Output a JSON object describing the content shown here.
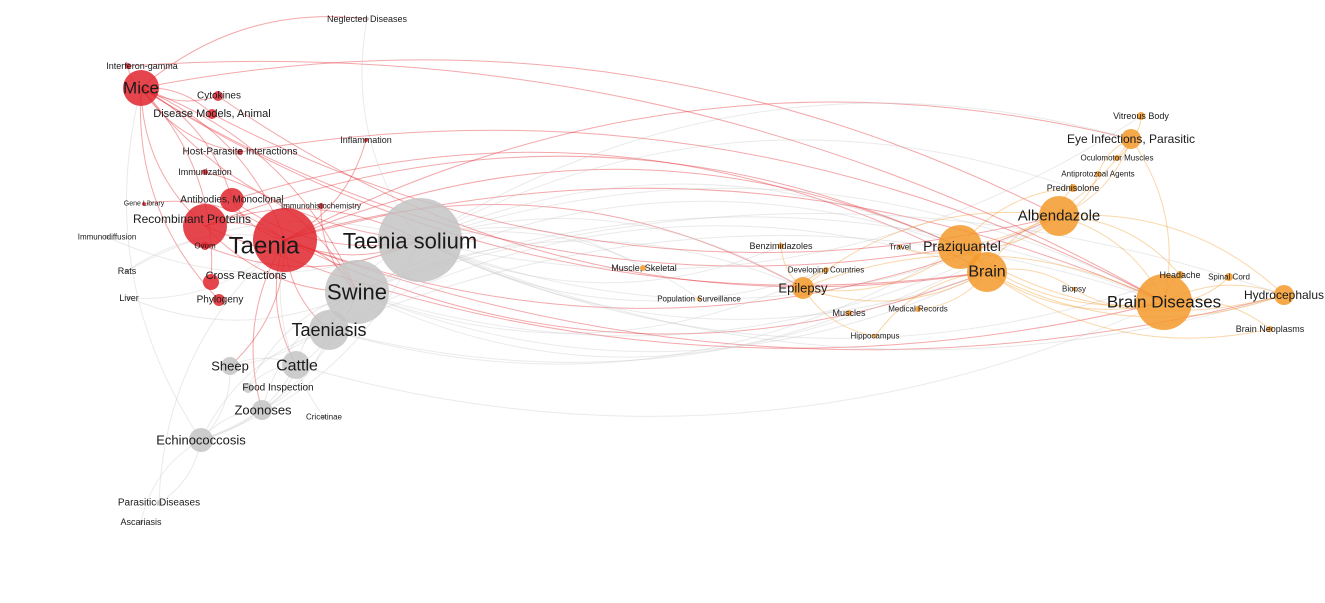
{
  "colors": {
    "red_cluster": "#e0262e",
    "grey_cluster": "#c4c4c4",
    "orange_cluster": "#f39a2b",
    "background": "#ffffff"
  },
  "nodes": [
    {
      "id": "mice",
      "label": "Mice",
      "cluster": "red_cluster",
      "weight": 5
    },
    {
      "id": "interferon",
      "label": "Interferon-gamma",
      "cluster": "red_cluster",
      "weight": 1
    },
    {
      "id": "cytokines",
      "label": "Cytokines",
      "cluster": "red_cluster",
      "weight": 2
    },
    {
      "id": "disease-models",
      "label": "Disease Models, Animal",
      "cluster": "red_cluster",
      "weight": 2
    },
    {
      "id": "host-parasite",
      "label": "Host-Parasite Interactions",
      "cluster": "red_cluster",
      "weight": 2
    },
    {
      "id": "immunization",
      "label": "Immunization",
      "cluster": "red_cluster",
      "weight": 1
    },
    {
      "id": "antibodies",
      "label": "Antibodies, Monoclonal",
      "cluster": "red_cluster",
      "weight": 2
    },
    {
      "id": "recombinant",
      "label": "Recombinant Proteins",
      "cluster": "red_cluster",
      "weight": 4
    },
    {
      "id": "gene-library",
      "label": "Gene Library",
      "cluster": "red_cluster",
      "weight": 1
    },
    {
      "id": "ovum",
      "label": "Ovum",
      "cluster": "red_cluster",
      "weight": 1
    },
    {
      "id": "cross-reactions",
      "label": "Cross Reactions",
      "cluster": "red_cluster",
      "weight": 2
    },
    {
      "id": "phylogeny",
      "label": "Phylogeny",
      "cluster": "red_cluster",
      "weight": 2
    },
    {
      "id": "taenia",
      "label": "Taenia",
      "cluster": "red_cluster",
      "weight": 9
    },
    {
      "id": "immunohisto",
      "label": "Immunohistochemistry",
      "cluster": "red_cluster",
      "weight": 1
    },
    {
      "id": "neglected",
      "label": "Neglected Diseases",
      "cluster": "grey_cluster",
      "weight": 1
    },
    {
      "id": "inflammation",
      "label": "Inflammation",
      "cluster": "red_cluster",
      "weight": 1
    },
    {
      "id": "immunodiffusion",
      "label": "Immunodiffusion",
      "cluster": "grey_cluster",
      "weight": 1
    },
    {
      "id": "rats",
      "label": "Rats",
      "cluster": "grey_cluster",
      "weight": 1
    },
    {
      "id": "liver",
      "label": "Liver",
      "cluster": "grey_cluster",
      "weight": 1
    },
    {
      "id": "taenia-solium",
      "label": "Taenia solium",
      "cluster": "grey_cluster",
      "weight": 10
    },
    {
      "id": "swine",
      "label": "Swine",
      "cluster": "grey_cluster",
      "weight": 8
    },
    {
      "id": "taeniasis",
      "label": "Taeniasis",
      "cluster": "grey_cluster",
      "weight": 5
    },
    {
      "id": "sheep",
      "label": "Sheep",
      "cluster": "grey_cluster",
      "weight": 3
    },
    {
      "id": "cattle",
      "label": "Cattle",
      "cluster": "grey_cluster",
      "weight": 4
    },
    {
      "id": "food-inspection",
      "label": "Food Inspection",
      "cluster": "grey_cluster",
      "weight": 2
    },
    {
      "id": "zoonoses",
      "label": "Zoonoses",
      "cluster": "grey_cluster",
      "weight": 3
    },
    {
      "id": "cricetinae",
      "label": "Cricetinae",
      "cluster": "grey_cluster",
      "weight": 1
    },
    {
      "id": "echinococcosis",
      "label": "Echinococcosis",
      "cluster": "grey_cluster",
      "weight": 3
    },
    {
      "id": "parasitic-diseases",
      "label": "Parasitic Diseases",
      "cluster": "grey_cluster",
      "weight": 1
    },
    {
      "id": "ascariasis",
      "label": "Ascariasis",
      "cluster": "grey_cluster",
      "weight": 1
    },
    {
      "id": "muscle-skeletal",
      "label": "Muscle, Skeletal",
      "cluster": "orange_cluster",
      "weight": 1
    },
    {
      "id": "population-surv",
      "label": "Population Surveillance",
      "cluster": "orange_cluster",
      "weight": 1
    },
    {
      "id": "benzimidazoles",
      "label": "Benzimidazoles",
      "cluster": "orange_cluster",
      "weight": 1
    },
    {
      "id": "developing",
      "label": "Developing Countries",
      "cluster": "orange_cluster",
      "weight": 1
    },
    {
      "id": "epilepsy",
      "label": "Epilepsy",
      "cluster": "orange_cluster",
      "weight": 3
    },
    {
      "id": "travel",
      "label": "Travel",
      "cluster": "orange_cluster",
      "weight": 1
    },
    {
      "id": "muscles",
      "label": "Muscles",
      "cluster": "orange_cluster",
      "weight": 1
    },
    {
      "id": "medical-records",
      "label": "Medical Records",
      "cluster": "orange_cluster",
      "weight": 1
    },
    {
      "id": "hippocampus",
      "label": "Hippocampus",
      "cluster": "orange_cluster",
      "weight": 1
    },
    {
      "id": "praziquantel",
      "label": "Praziquantel",
      "cluster": "orange_cluster",
      "weight": 5
    },
    {
      "id": "brain",
      "label": "Brain",
      "cluster": "orange_cluster",
      "weight": 5
    },
    {
      "id": "albendazole",
      "label": "Albendazole",
      "cluster": "orange_cluster",
      "weight": 5
    },
    {
      "id": "prednisolone",
      "label": "Prednisolone",
      "cluster": "orange_cluster",
      "weight": 1
    },
    {
      "id": "antiprotozoal",
      "label": "Antiprotozoal Agents",
      "cluster": "orange_cluster",
      "weight": 1
    },
    {
      "id": "oculomotor",
      "label": "Oculomotor Muscles",
      "cluster": "orange_cluster",
      "weight": 1
    },
    {
      "id": "eye-infections",
      "label": "Eye Infections, Parasitic",
      "cluster": "orange_cluster",
      "weight": 2
    },
    {
      "id": "vitreous",
      "label": "Vitreous Body",
      "cluster": "orange_cluster",
      "weight": 1
    },
    {
      "id": "biopsy",
      "label": "Biopsy",
      "cluster": "orange_cluster",
      "weight": 1
    },
    {
      "id": "brain-diseases",
      "label": "Brain Diseases",
      "cluster": "orange_cluster",
      "weight": 7
    },
    {
      "id": "headache",
      "label": "Headache",
      "cluster": "orange_cluster",
      "weight": 1
    },
    {
      "id": "spinal-cord",
      "label": "Spinal Cord",
      "cluster": "orange_cluster",
      "weight": 1
    },
    {
      "id": "hydrocephalus",
      "label": "Hydrocephalus",
      "cluster": "orange_cluster",
      "weight": 3
    },
    {
      "id": "brain-neoplasms",
      "label": "Brain Neoplasms",
      "cluster": "orange_cluster",
      "weight": 1
    }
  ],
  "edges": [
    [
      "mice",
      "taenia"
    ],
    [
      "mice",
      "recombinant"
    ],
    [
      "mice",
      "antibodies"
    ],
    [
      "mice",
      "taenia-solium"
    ],
    [
      "mice",
      "swine"
    ],
    [
      "mice",
      "cytokines"
    ],
    [
      "mice",
      "disease-models"
    ],
    [
      "mice",
      "host-parasite"
    ],
    [
      "mice",
      "interferon"
    ],
    [
      "mice",
      "brain"
    ],
    [
      "mice",
      "albendazole"
    ],
    [
      "mice",
      "praziquantel"
    ],
    [
      "mice",
      "neglected"
    ],
    [
      "mice",
      "phylogeny"
    ],
    [
      "mice",
      "cross-reactions"
    ],
    [
      "taenia",
      "taenia-solium"
    ],
    [
      "taenia",
      "swine"
    ],
    [
      "taenia",
      "taeniasis"
    ],
    [
      "taenia",
      "praziquantel"
    ],
    [
      "taenia",
      "brain"
    ],
    [
      "taenia",
      "brain-diseases"
    ],
    [
      "taenia",
      "albendazole"
    ],
    [
      "taenia",
      "epilepsy"
    ],
    [
      "taenia",
      "cattle"
    ],
    [
      "taenia",
      "sheep"
    ],
    [
      "taenia",
      "recombinant"
    ],
    [
      "taenia",
      "antibodies"
    ],
    [
      "taenia",
      "hydrocephalus"
    ],
    [
      "taenia",
      "eye-infections"
    ],
    [
      "taenia",
      "zoonoses"
    ],
    [
      "recombinant",
      "taenia-solium"
    ],
    [
      "recombinant",
      "brain-diseases"
    ],
    [
      "recombinant",
      "praziquantel"
    ],
    [
      "recombinant",
      "swine"
    ],
    [
      "antibodies",
      "brain"
    ],
    [
      "antibodies",
      "taenia-solium"
    ],
    [
      "taenia-solium",
      "swine"
    ],
    [
      "taenia-solium",
      "taeniasis"
    ],
    [
      "taenia-solium",
      "praziquantel"
    ],
    [
      "taenia-solium",
      "brain"
    ],
    [
      "taenia-solium",
      "brain-diseases"
    ],
    [
      "taenia-solium",
      "albendazole"
    ],
    [
      "taenia-solium",
      "epilepsy"
    ],
    [
      "taenia-solium",
      "hydrocephalus"
    ],
    [
      "taenia-solium",
      "eye-infections"
    ],
    [
      "taenia-solium",
      "benzimidazoles"
    ],
    [
      "taenia-solium",
      "muscle-skeletal"
    ],
    [
      "taenia-solium",
      "developing"
    ],
    [
      "taenia-solium",
      "population-surv"
    ],
    [
      "taenia-solium",
      "vitreous"
    ],
    [
      "taenia-solium",
      "prednisolone"
    ],
    [
      "taenia-solium",
      "headache"
    ],
    [
      "swine",
      "taeniasis"
    ],
    [
      "swine",
      "cattle"
    ],
    [
      "swine",
      "brain-diseases"
    ],
    [
      "swine",
      "albendazole"
    ],
    [
      "swine",
      "praziquantel"
    ],
    [
      "swine",
      "brain"
    ],
    [
      "swine",
      "epilepsy"
    ],
    [
      "swine",
      "zoonoses"
    ],
    [
      "swine",
      "sheep"
    ],
    [
      "swine",
      "food-inspection"
    ],
    [
      "swine",
      "hydrocephalus"
    ],
    [
      "swine",
      "muscles"
    ],
    [
      "swine",
      "echinococcosis"
    ],
    [
      "swine",
      "developing"
    ],
    [
      "taeniasis",
      "cattle"
    ],
    [
      "taeniasis",
      "praziquantel"
    ],
    [
      "taeniasis",
      "brain-diseases"
    ],
    [
      "taeniasis",
      "albendazole"
    ],
    [
      "taeniasis",
      "zoonoses"
    ],
    [
      "taeniasis",
      "echinococcosis"
    ],
    [
      "taeniasis",
      "brain"
    ],
    [
      "cattle",
      "sheep"
    ],
    [
      "cattle",
      "zoonoses"
    ],
    [
      "cattle",
      "food-inspection"
    ],
    [
      "cattle",
      "echinococcosis"
    ],
    [
      "cattle",
      "brain-diseases"
    ],
    [
      "sheep",
      "echinococcosis"
    ],
    [
      "zoonoses",
      "echinococcosis"
    ],
    [
      "echinococcosis",
      "parasitic-diseases"
    ],
    [
      "echinococcosis",
      "ascariasis"
    ],
    [
      "echinococcosis",
      "mice"
    ],
    [
      "echinococcosis",
      "taenia-solium"
    ],
    [
      "parasitic-diseases",
      "taenia"
    ],
    [
      "praziquantel",
      "albendazole"
    ],
    [
      "praziquantel",
      "brain"
    ],
    [
      "praziquantel",
      "brain-diseases"
    ],
    [
      "praziquantel",
      "epilepsy"
    ],
    [
      "praziquantel",
      "hydrocephalus"
    ],
    [
      "praziquantel",
      "prednisolone"
    ],
    [
      "praziquantel",
      "eye-infections"
    ],
    [
      "praziquantel",
      "travel"
    ],
    [
      "albendazole",
      "brain"
    ],
    [
      "albendazole",
      "brain-diseases"
    ],
    [
      "albendazole",
      "epilepsy"
    ],
    [
      "albendazole",
      "hydrocephalus"
    ],
    [
      "albendazole",
      "eye-infections"
    ],
    [
      "albendazole",
      "prednisolone"
    ],
    [
      "albendazole",
      "antiprotozoal"
    ],
    [
      "albendazole",
      "headache"
    ],
    [
      "brain",
      "brain-diseases"
    ],
    [
      "brain",
      "epilepsy"
    ],
    [
      "brain",
      "hydrocephalus"
    ],
    [
      "brain",
      "biopsy"
    ],
    [
      "brain",
      "hippocampus"
    ],
    [
      "brain",
      "medical-records"
    ],
    [
      "brain",
      "brain-neoplasms"
    ],
    [
      "brain-diseases",
      "hydrocephalus"
    ],
    [
      "brain-diseases",
      "epilepsy"
    ],
    [
      "brain-diseases",
      "headache"
    ],
    [
      "brain-diseases",
      "spinal-cord"
    ],
    [
      "brain-diseases",
      "brain-neoplasms"
    ],
    [
      "brain-diseases",
      "eye-infections"
    ],
    [
      "brain-diseases",
      "biopsy"
    ],
    [
      "eye-infections",
      "vitreous"
    ],
    [
      "eye-infections",
      "oculomotor"
    ],
    [
      "eye-infections",
      "antiprotozoal"
    ],
    [
      "epilepsy",
      "developing"
    ],
    [
      "epilepsy",
      "hippocampus"
    ],
    [
      "epilepsy",
      "benzimidazoles"
    ],
    [
      "immunodiffusion",
      "taenia-solium"
    ],
    [
      "rats",
      "taenia-solium"
    ],
    [
      "liver",
      "swine"
    ],
    [
      "rats",
      "taenia"
    ],
    [
      "liver",
      "taenia"
    ],
    [
      "gene-library",
      "taenia"
    ],
    [
      "ovum",
      "taenia-solium"
    ],
    [
      "inflammation",
      "taenia"
    ],
    [
      "immunohisto",
      "swine"
    ],
    [
      "cricetinae",
      "taenia"
    ],
    [
      "neglected",
      "taenia-solium"
    ],
    [
      "interferon",
      "brain-diseases"
    ],
    [
      "cytokines",
      "brain"
    ],
    [
      "host-parasite",
      "brain-diseases"
    ],
    [
      "disease-models",
      "albendazole"
    ],
    [
      "immunization",
      "swine"
    ]
  ]
}
